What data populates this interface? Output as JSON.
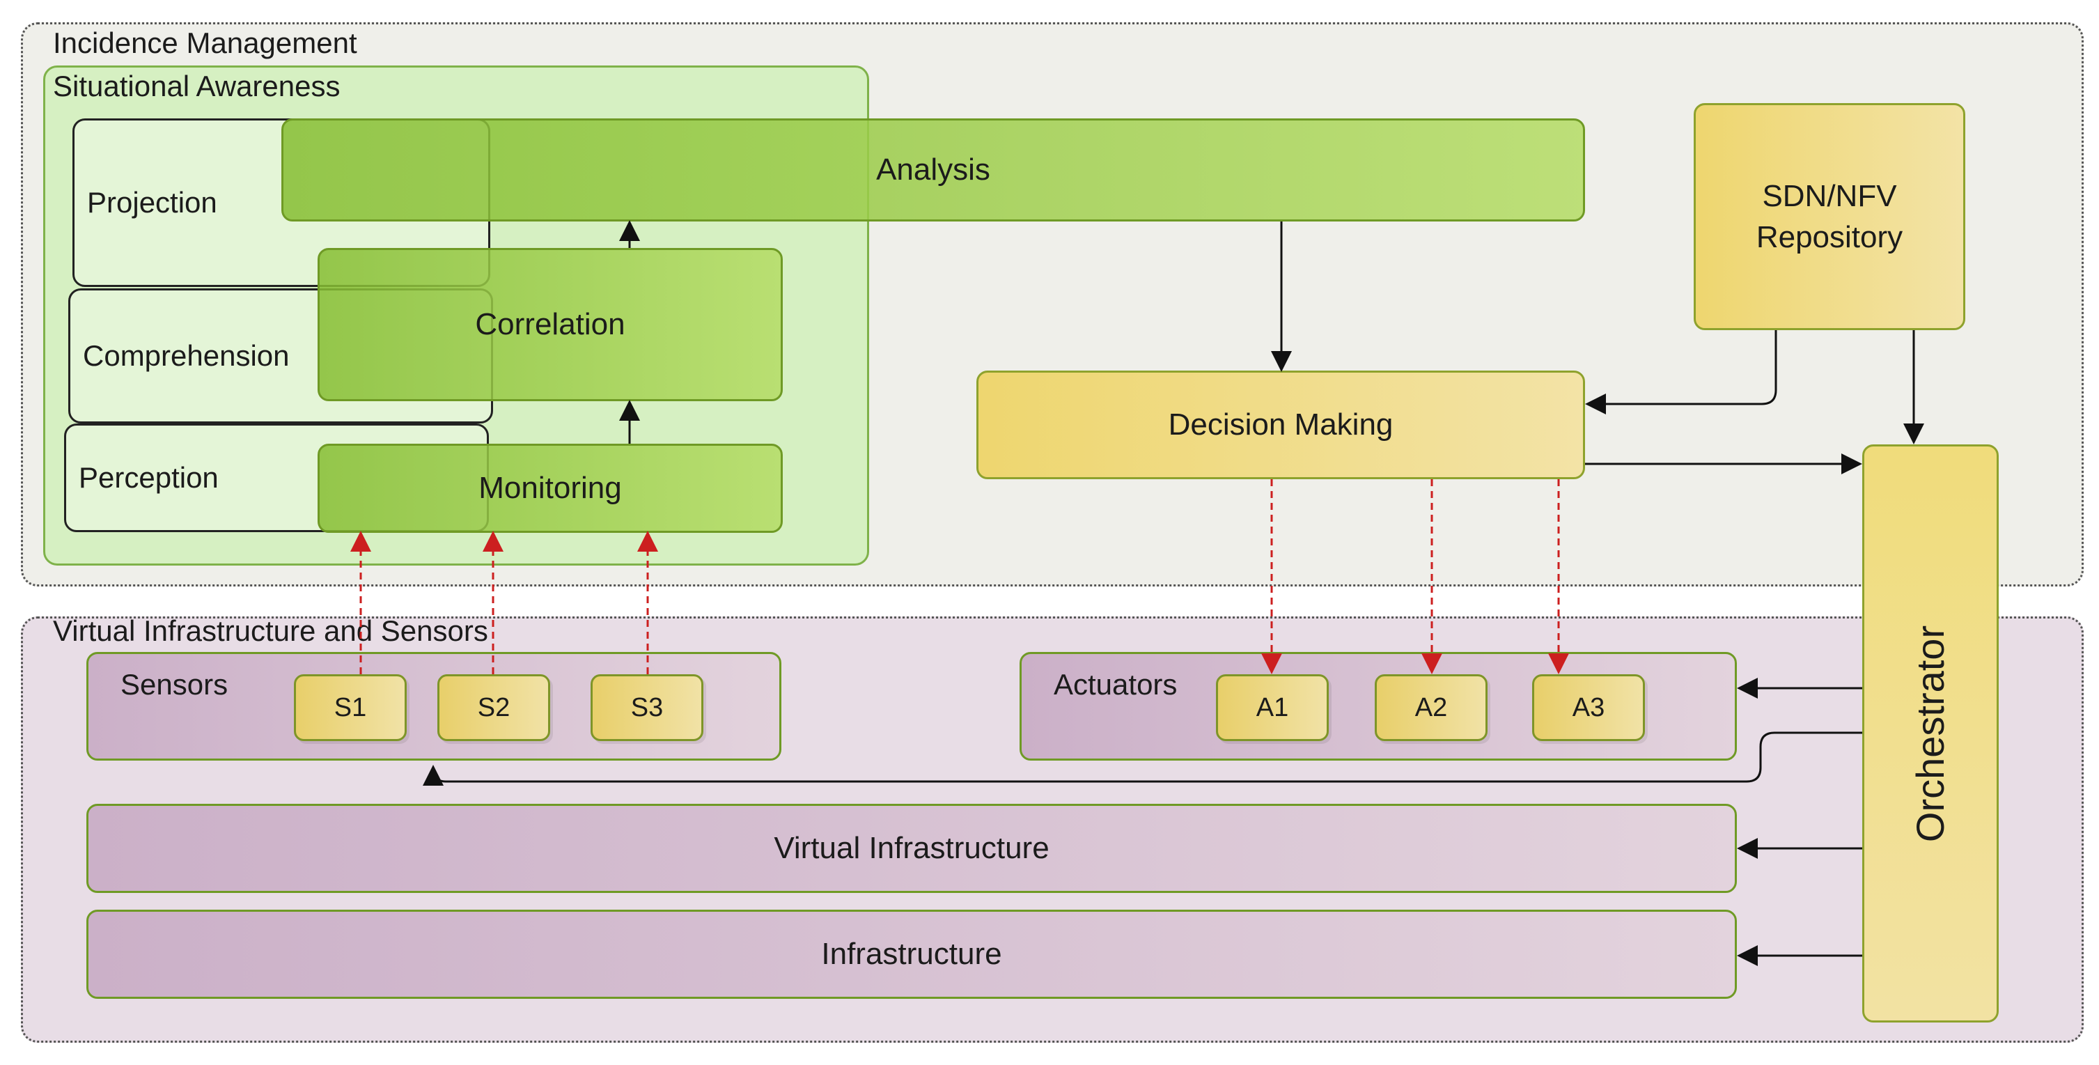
{
  "regions": {
    "incidence_management": "Incidence Management",
    "situational_awareness": "Situational Awareness",
    "virtual_infrastructure_sensors": "Virtual Infrastructure and Sensors"
  },
  "layers": {
    "projection": "Projection",
    "comprehension": "Comprehension",
    "perception": "Perception"
  },
  "processes": {
    "analysis": "Analysis",
    "correlation": "Correlation",
    "monitoring": "Monitoring",
    "decision_making": "Decision Making",
    "repository": "SDN/NFV Repository",
    "orchestrator": "Orchestrator"
  },
  "sensors": {
    "label": "Sensors",
    "items": [
      "S1",
      "S2",
      "S3"
    ]
  },
  "actuators": {
    "label": "Actuators",
    "items": [
      "A1",
      "A2",
      "A3"
    ]
  },
  "infrastructure": {
    "virtual": "Virtual Infrastructure",
    "physical": "Infrastructure"
  },
  "colors": {
    "green": "#8fc340",
    "yellow": "#eed66f",
    "purple": "#cbb0c8",
    "dashed_arrow": "#cc1f1f"
  }
}
